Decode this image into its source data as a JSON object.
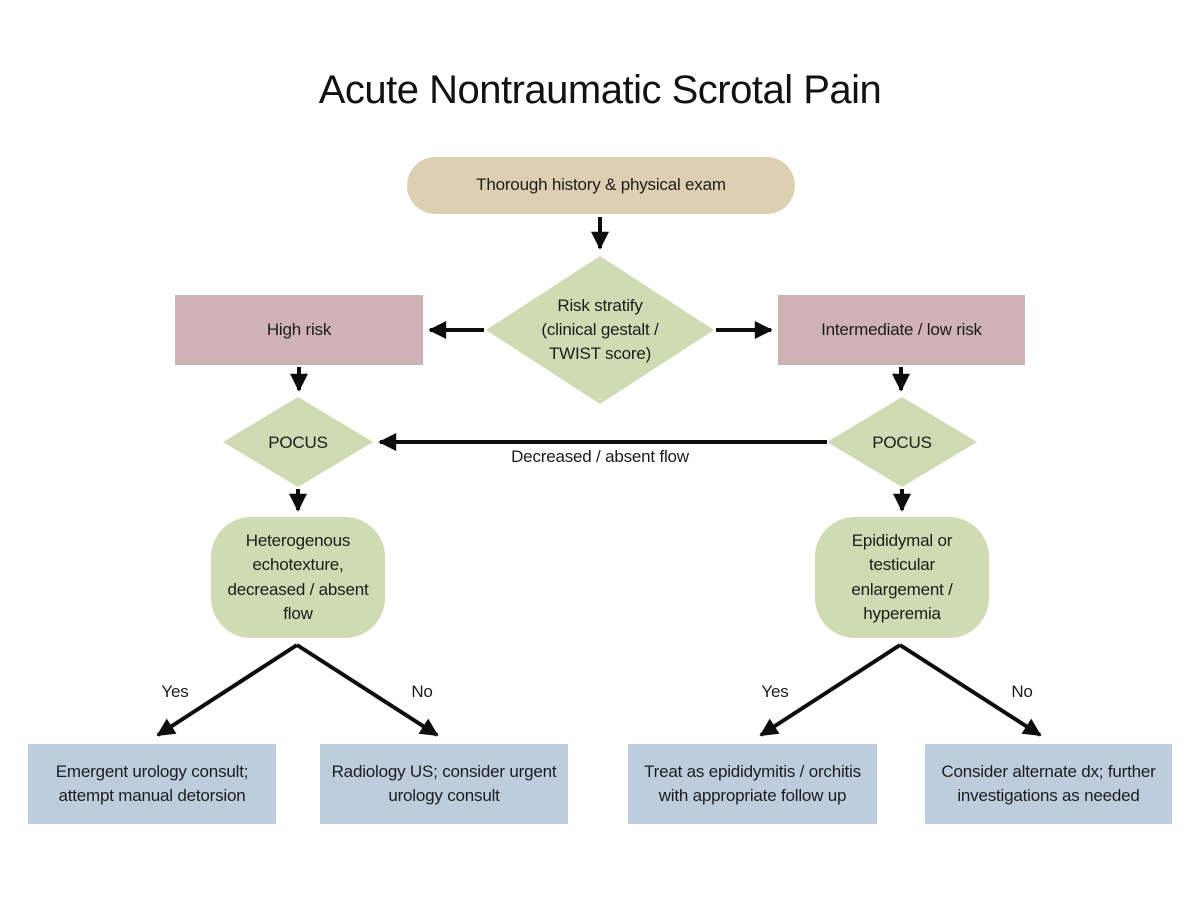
{
  "title": "Acute Nontraumatic Scrotal Pain",
  "colors": {
    "tan": "#DDCFB1",
    "green": "#CEDBB3",
    "mauve": "#CFB2B4",
    "blue": "#BECDDD",
    "arrow": "#0d0d0d",
    "text": "#1c1c1c",
    "background": "#ffffff"
  },
  "nodes": {
    "start": {
      "label": "Thorough history & physical exam"
    },
    "risk_stratify": {
      "label": "Risk stratify\n(clinical gestalt /\nTWIST score)"
    },
    "high_risk": {
      "label": "High risk"
    },
    "intermediate_low_risk": {
      "label": "Intermediate / low risk"
    },
    "pocus_left": {
      "label": "POCUS"
    },
    "pocus_right": {
      "label": "POCUS"
    },
    "heterogenous_echotexture": {
      "label": "Heterogenous\nechotexture,\ndecreased / absent\nflow"
    },
    "epididymal_enlargement": {
      "label": "Epididymal or\ntesticular\nenlargement /\nhyperemia"
    },
    "outcome_emergent_urology": {
      "label": "Emergent urology consult;\nattempt manual detorsion"
    },
    "outcome_radiology_us": {
      "label": "Radiology US; consider urgent\nurology consult"
    },
    "outcome_treat_epididymitis": {
      "label": "Treat as epididymitis / orchitis\nwith appropriate follow up"
    },
    "outcome_alternate_dx": {
      "label": "Consider alternate dx; further\ninvestigations as needed"
    }
  },
  "edge_labels": {
    "decreased_absent_flow": "Decreased / absent flow",
    "left_yes": "Yes",
    "left_no": "No",
    "right_yes": "Yes",
    "right_no": "No"
  }
}
